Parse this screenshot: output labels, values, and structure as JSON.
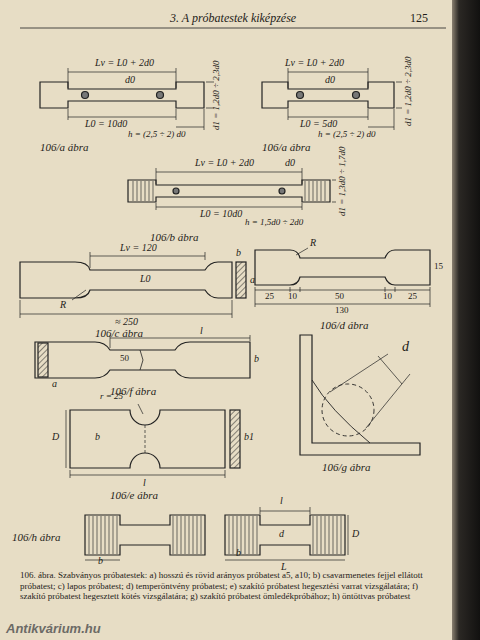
{
  "diagram": {
    "title": "3. A próbatestek kiképzése",
    "caption": "106. ábra. Szabványos próbatestek: a) hosszú és rövid arányos próbatest a5, a10; b) csavarmenetes fejjel ellátott próbatest; c) lapos próbatest; d) temperöntvény próbatest; e) szakító próbatest hegesztési varrat vizsgálatára; f) szakító próbatest hegesztett kötés vizsgálatára; g) szakító próbatest ömledékpróbához; h) öntöttvas próbatest",
    "labels": [
      "125",
      "Lv = L0 + 2d0",
      "d0",
      "L0 = 10d0",
      "h = (2,5 ÷ 2) d0",
      "d1 = 1,2d0 ÷ 2,3d0",
      "106/a ábra",
      "Lv = L0 + 2d0",
      "d0",
      "L0 = 5d0",
      "h = (2,5 ÷ 2) d0",
      "d1 = 1,2d0 ÷ 2,3d0",
      "106/a ábra",
      "Lv = L0 + 2d0",
      "d0",
      "d1 = 1,3d0 ÷ 1,7d0",
      "L0 = 10d0",
      "h = 1,5d0 ÷ 2d0",
      "106/b ábra",
      "Lv = 120",
      "L0",
      "R",
      "a",
      "b",
      "≈ 250",
      "106/c ábra",
      "R",
      "15",
      "25",
      "10",
      "50",
      "10",
      "25",
      "130",
      "106/d ábra",
      "a",
      "l",
      "50",
      "b",
      "106/f ábra",
      "d",
      "106/g ábra",
      "r = 25",
      "b",
      "b1",
      "l",
      "D",
      "106/e ábra",
      "106/h ábra",
      "b",
      "D",
      "l",
      "b",
      "L",
      "d",
      "Antikvárium.hu"
    ]
  }
}
